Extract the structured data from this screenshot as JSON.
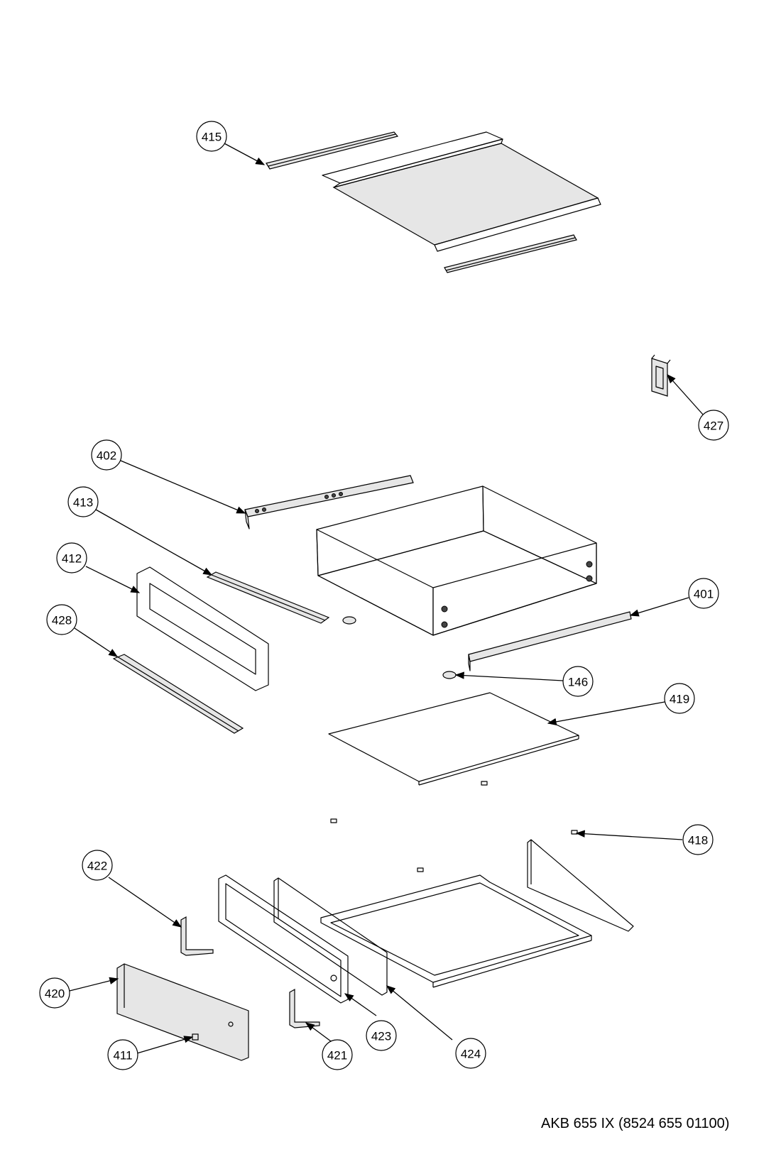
{
  "caption": "AKB 655 IX (8524 655 01100)",
  "callouts": [
    {
      "id": "c415",
      "label": "415"
    },
    {
      "id": "c427",
      "label": "427"
    },
    {
      "id": "c402",
      "label": "402"
    },
    {
      "id": "c413",
      "label": "413"
    },
    {
      "id": "c412",
      "label": "412"
    },
    {
      "id": "c401",
      "label": "401"
    },
    {
      "id": "c428",
      "label": "428"
    },
    {
      "id": "c146",
      "label": "146"
    },
    {
      "id": "c419",
      "label": "419"
    },
    {
      "id": "c418",
      "label": "418"
    },
    {
      "id": "c422",
      "label": "422"
    },
    {
      "id": "c420",
      "label": "420"
    },
    {
      "id": "c423",
      "label": "423"
    },
    {
      "id": "c424",
      "label": "424"
    },
    {
      "id": "c421",
      "label": "421"
    },
    {
      "id": "c411",
      "label": "411"
    }
  ]
}
